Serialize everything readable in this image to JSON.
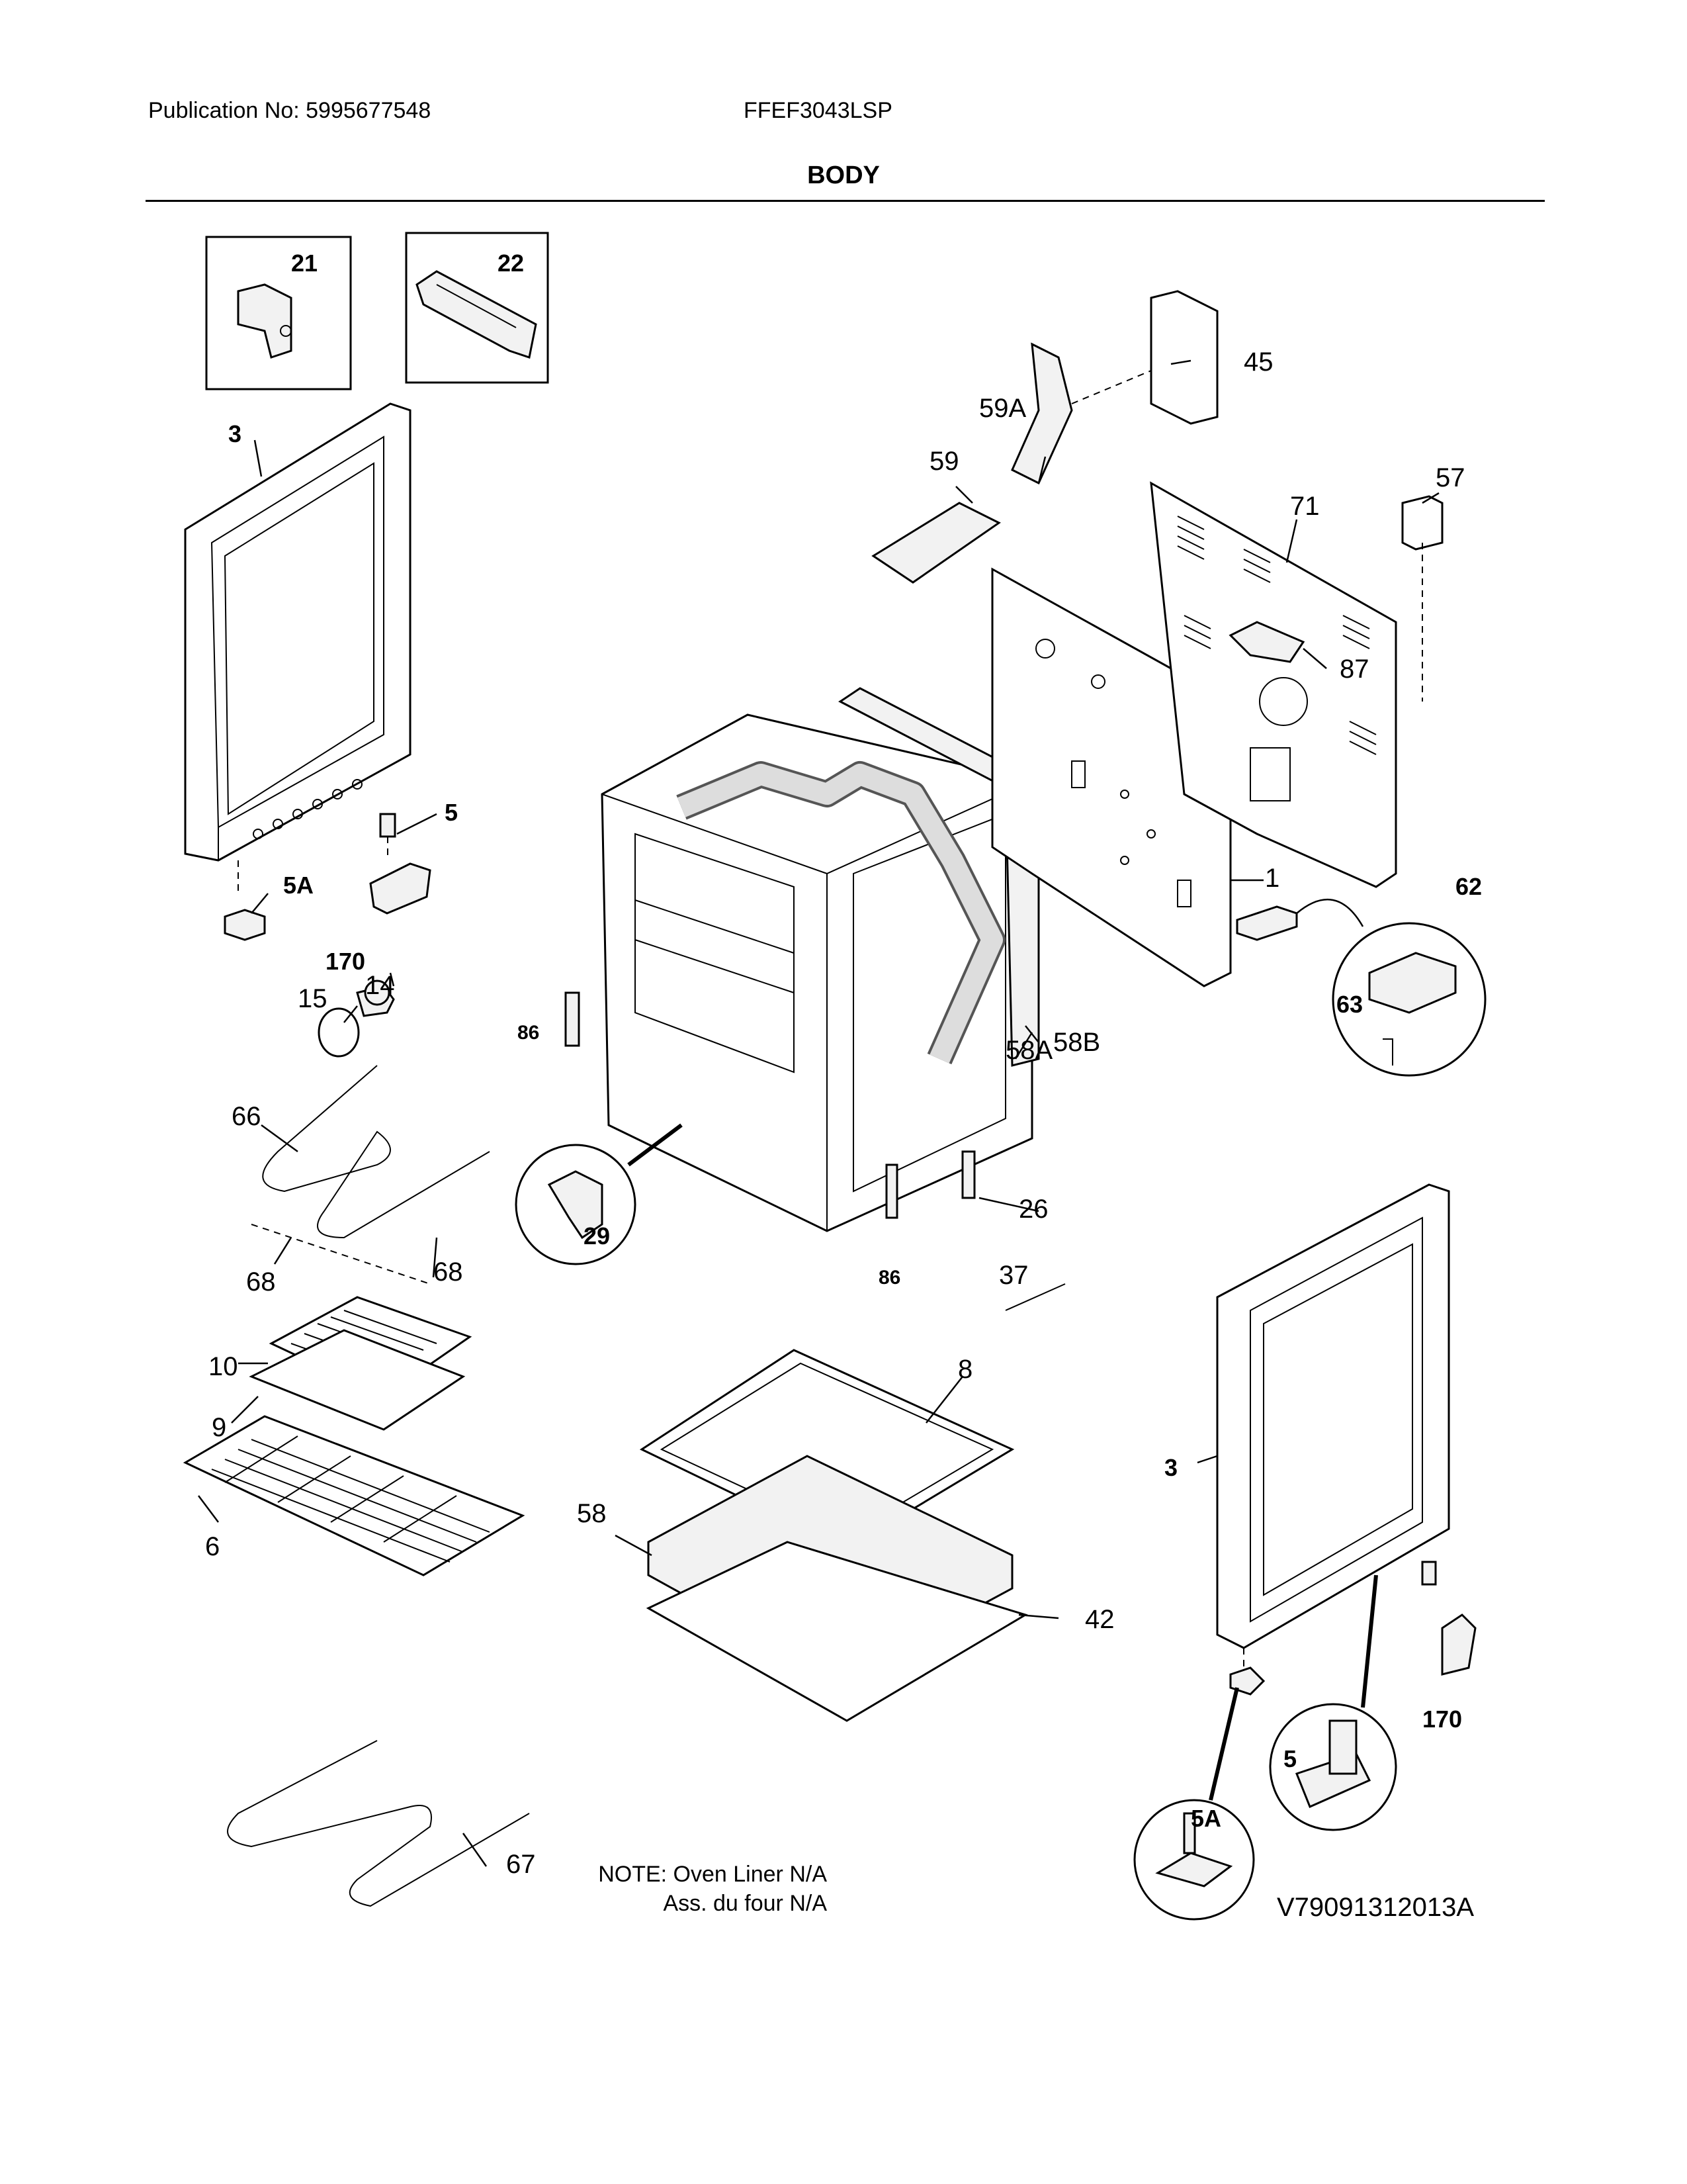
{
  "header": {
    "publication": "Publication No: 5995677548",
    "model": "FFEF3043LSP",
    "section": "BODY"
  },
  "callouts": {
    "p21": "21",
    "p22": "22",
    "p3a": "3",
    "p5a": "5",
    "p5Aa": "5A",
    "p170a": "170",
    "p15": "15",
    "p14": "14",
    "p66": "66",
    "p68a": "68",
    "p68b": "68",
    "p86a": "86",
    "p86b": "86",
    "p29": "29",
    "p26": "26",
    "p37": "37",
    "p58A": "58A",
    "p58B": "58B",
    "p1": "1",
    "p62": "62",
    "p63": "63",
    "p45": "45",
    "p59A": "59A",
    "p59": "59",
    "p71": "71",
    "p57": "57",
    "p87": "87",
    "p10": "10",
    "p9": "9",
    "p6": "6",
    "p8": "8",
    "p58": "58",
    "p42": "42",
    "p3b": "3",
    "p170b": "170",
    "p5b": "5",
    "p5Ab": "5A",
    "p67": "67"
  },
  "note": {
    "line1": "NOTE: Oven Liner N/A",
    "line2": "Ass. du four N/A"
  },
  "drawing_code": "V79091312013A"
}
